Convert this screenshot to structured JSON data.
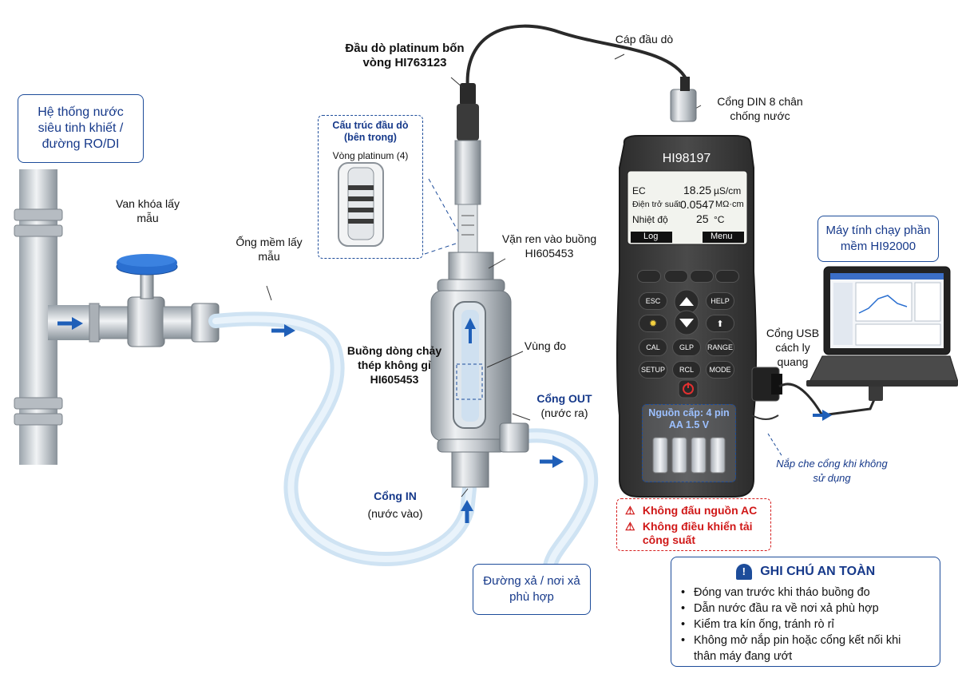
{
  "labels": {
    "system_box": "Hệ thống nước siêu tinh khiết / đường RO/DI",
    "valve": "Van khóa lấy mẫu",
    "hose": "Ống mềm lấy mẫu",
    "probe": "Đầu dò platinum bốn vòng HI763123",
    "probe_struct_title": "Cấu trúc đầu dò (bên trong)",
    "probe_struct_ring": "Vòng platinum (4)",
    "cable": "Cáp đầu dò",
    "din_port": "Cổng DIN 8 chân chống nước",
    "thread": "Vặn ren vào buồng HI605453",
    "flow_cell": "Buồng dòng chảy thép không gỉ HI605453",
    "measure_zone": "Vùng đo",
    "port_out": "Cổng OUT",
    "port_out_sub": "(nước ra)",
    "port_in": "Cổng IN",
    "port_in_sub": "(nước vào)",
    "drain_box": "Đường xả / nơi xả phù hợp",
    "pc_box": "Máy tính chạy phần mềm HI92000",
    "usb_port": "Cổng USB cách ly quang",
    "usb_cover": "Nắp che cổng khi không sử dụng",
    "battery": "Nguồn cấp: 4 pin AA 1.5 V"
  },
  "meter": {
    "model": "HI98197",
    "rows": [
      {
        "name": "EC",
        "value": "18.25",
        "unit": "µS/cm"
      },
      {
        "name": "Điện trở suất",
        "value": "0.0547",
        "unit": "MΩ·cm"
      },
      {
        "name": "Nhiệt độ",
        "value": "25",
        "unit": "°C"
      }
    ],
    "softkeys": [
      "Log",
      "Menu"
    ],
    "keys": [
      "ESC",
      "HELP",
      "CAL",
      "GLP",
      "RANGE",
      "SETUP",
      "RCL",
      "MODE"
    ]
  },
  "warnings": [
    "Không đấu nguồn AC",
    "Không điều khiển tải công suất"
  ],
  "safety": {
    "title": "GHI CHÚ AN TOÀN",
    "items": [
      "Đóng van trước khi tháo buồng đo",
      "Dẫn nước đầu ra về nơi xả phù hợp",
      "Kiểm tra kín ống, tránh rò rỉ",
      "Không mở nắp pin hoặc cổng kết nối khi thân máy đang ướt"
    ]
  },
  "colors": {
    "accent": "#1d4c9a",
    "flow_arrow": "#1f5fb8",
    "valve_handle": "#2a6fd0",
    "warning": "#d62020",
    "meter_body": "#3a3a3a"
  }
}
